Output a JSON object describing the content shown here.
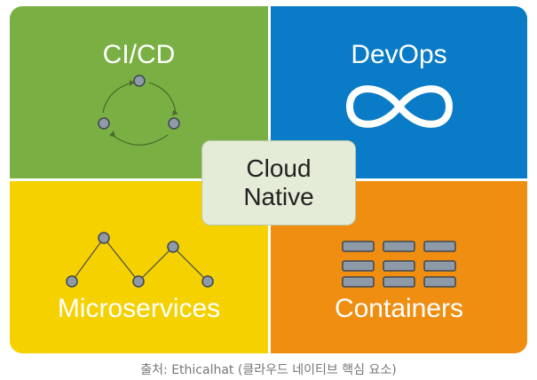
{
  "quadrants": {
    "top_left": {
      "label": "CI/CD",
      "color": "#7ab043",
      "icon": "cycle-icon"
    },
    "top_right": {
      "label": "DevOps",
      "color": "#0a7cc7",
      "icon": "infinity-icon"
    },
    "bottom_left": {
      "label": "Microservices",
      "color": "#f5d100",
      "icon": "network-icon"
    },
    "bottom_right": {
      "label": "Containers",
      "color": "#f08e12",
      "icon": "container-grid-icon"
    }
  },
  "center": {
    "line1": "Cloud",
    "line2": "Native"
  },
  "caption": "출처: Ethicalhat (클라우드 네이티브 핵심 요소)"
}
